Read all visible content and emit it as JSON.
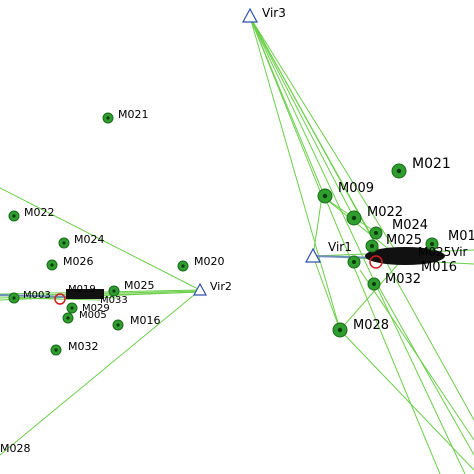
{
  "colors": {
    "background": "#ffffff",
    "edge": "#6ccf4a",
    "node_fill": "#2f9e2f",
    "node_stroke": "#1a6a1a",
    "node_core": "#0c3a0c",
    "vertex_stroke": "#3050b0",
    "cluster_blob": "#111111",
    "label": "#000000"
  },
  "panel_left": {
    "vertex_labels": {
      "vir2": "Vir2"
    },
    "node_labels": {
      "m021": "M021",
      "m022": "M022",
      "m024": "M024",
      "m026": "M026",
      "m020": "M020",
      "m025": "M025",
      "m003": "M003",
      "m019": "M019",
      "m033": "M033",
      "m029": "M029",
      "m005": "M005",
      "m016": "M016",
      "m032": "M032",
      "m028": "M028"
    }
  },
  "panel_right": {
    "vertex_labels": {
      "vir1": "Vir1",
      "vir3": "Vir3"
    },
    "node_labels": {
      "m021": "M021",
      "m009": "M009",
      "m022": "M022",
      "m024": "M024",
      "m01x": "M01",
      "m025": "M025",
      "m025vir": "M025Vir",
      "m016": "M016",
      "m032": "M032",
      "m028": "M028"
    }
  }
}
